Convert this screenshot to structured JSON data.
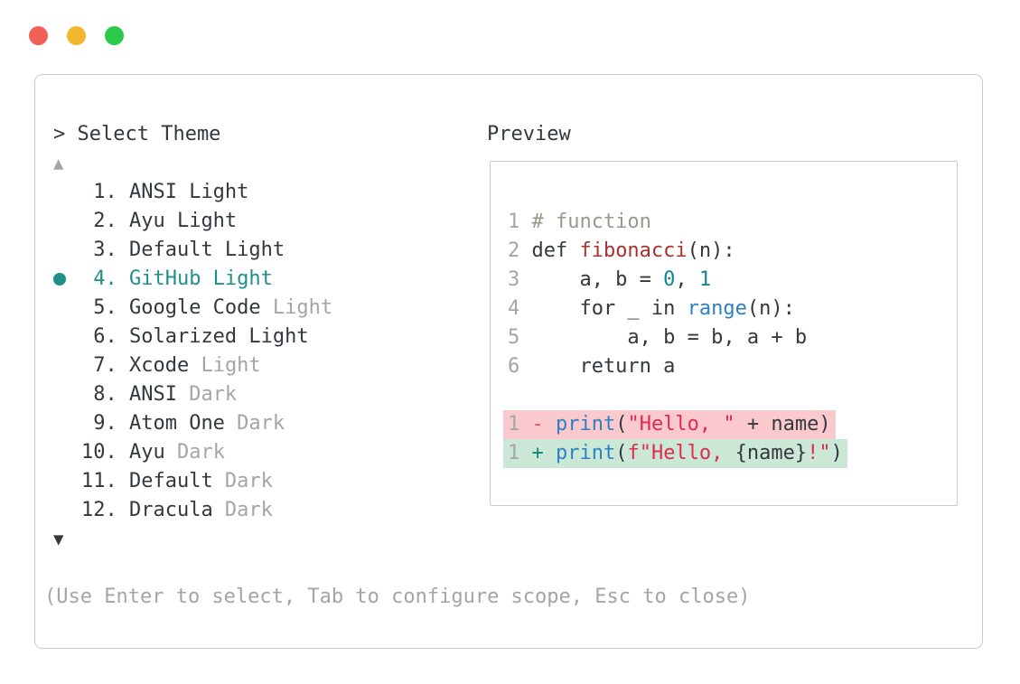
{
  "window": {
    "controls": [
      {
        "name": "close-button",
        "color": "#f25f57"
      },
      {
        "name": "minimize-button",
        "color": "#f3b72d"
      },
      {
        "name": "maximize-button",
        "color": "#2bc948"
      }
    ]
  },
  "colors": {
    "accent-teal": "#1f9089",
    "text-dark": "#33383d",
    "text-muted": "#a5a5a5",
    "border": "#cbcbcb",
    "comment": "#949b8b",
    "function": "#a8322e",
    "number": "#0f8591",
    "builtin": "#2e80c2",
    "string": "#e22a50",
    "diff-minus": "#e04f5f",
    "diff-plus": "#148578",
    "removed-bg": "#f9c9cd",
    "added-bg": "#cbe8d7"
  },
  "picker": {
    "prompt": "> Select Theme",
    "scroll_up": "▲",
    "scroll_down": "▼",
    "hint": "(Use Enter to select, Tab to configure scope, Esc to close)",
    "themes": [
      {
        "number": "1.",
        "label": "ANSI Light",
        "muted_suffix": "",
        "selected": false
      },
      {
        "number": "2.",
        "label": "Ayu Light",
        "muted_suffix": "",
        "selected": false
      },
      {
        "number": "3.",
        "label": "Default Light",
        "muted_suffix": "",
        "selected": false
      },
      {
        "number": "4.",
        "label": "GitHub Light",
        "muted_suffix": "",
        "selected": true
      },
      {
        "number": "5.",
        "label": "Google Code",
        "muted_suffix": "Light",
        "selected": false
      },
      {
        "number": "6.",
        "label": "Solarized Light",
        "muted_suffix": "",
        "selected": false
      },
      {
        "number": "7.",
        "label": "Xcode",
        "muted_suffix": "Light",
        "selected": false
      },
      {
        "number": "8.",
        "label": "ANSI",
        "muted_suffix": "Dark",
        "selected": false
      },
      {
        "number": "9.",
        "label": "Atom One",
        "muted_suffix": "Dark",
        "selected": false
      },
      {
        "number": "10.",
        "label": "Ayu",
        "muted_suffix": "Dark",
        "selected": false
      },
      {
        "number": "11.",
        "label": "Default",
        "muted_suffix": "Dark",
        "selected": false
      },
      {
        "number": "12.",
        "label": "Dracula",
        "muted_suffix": "Dark",
        "selected": false
      }
    ]
  },
  "preview": {
    "label": "Preview",
    "code_lines": [
      {
        "num": "1",
        "tokens": [
          {
            "text": "# function",
            "type": "comment"
          }
        ]
      },
      {
        "num": "2",
        "tokens": [
          {
            "text": "def ",
            "type": "plain"
          },
          {
            "text": "fibonacci",
            "type": "function"
          },
          {
            "text": "(n):",
            "type": "plain"
          }
        ]
      },
      {
        "num": "3",
        "tokens": [
          {
            "text": "    a, b = ",
            "type": "plain"
          },
          {
            "text": "0",
            "type": "number"
          },
          {
            "text": ", ",
            "type": "plain"
          },
          {
            "text": "1",
            "type": "number"
          }
        ]
      },
      {
        "num": "4",
        "tokens": [
          {
            "text": "    for _ in ",
            "type": "plain"
          },
          {
            "text": "range",
            "type": "builtin"
          },
          {
            "text": "(n):",
            "type": "plain"
          }
        ]
      },
      {
        "num": "5",
        "tokens": [
          {
            "text": "        a, b = b, a + b",
            "type": "plain"
          }
        ]
      },
      {
        "num": "6",
        "tokens": [
          {
            "text": "    return a",
            "type": "plain"
          }
        ]
      },
      {
        "num": "",
        "tokens": []
      },
      {
        "num": "1",
        "diff": "removed",
        "tokens": [
          {
            "text": "- ",
            "type": "diff-minus"
          },
          {
            "text": "print",
            "type": "builtin"
          },
          {
            "text": "(",
            "type": "plain"
          },
          {
            "text": "\"Hello, \"",
            "type": "string"
          },
          {
            "text": " + name)",
            "type": "plain"
          }
        ]
      },
      {
        "num": "1",
        "diff": "added",
        "tokens": [
          {
            "text": "+ ",
            "type": "diff-plus"
          },
          {
            "text": "print",
            "type": "builtin"
          },
          {
            "text": "(",
            "type": "plain"
          },
          {
            "text": "f\"Hello, ",
            "type": "string"
          },
          {
            "text": "{name}",
            "type": "plain"
          },
          {
            "text": "!\"",
            "type": "string"
          },
          {
            "text": ")",
            "type": "plain"
          }
        ]
      }
    ]
  }
}
